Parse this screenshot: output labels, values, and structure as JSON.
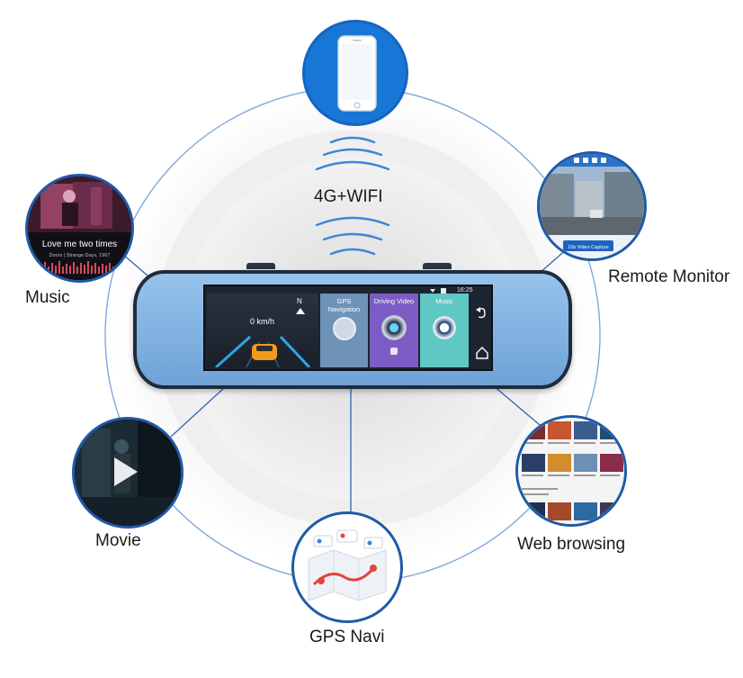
{
  "center_label": "4G+WIFI",
  "nodes": {
    "music": {
      "label": "Music",
      "song_title": "Love me two times",
      "song_sub": "Doors | Strange Days, 1967"
    },
    "remote_monitor": {
      "label": "Remote Monitor",
      "capture_label": "10s Video Capture"
    },
    "movie": {
      "label": "Movie"
    },
    "web_browsing": {
      "label": "Web browsing"
    },
    "gps_navi": {
      "label": "GPS Navi"
    }
  },
  "screen": {
    "clock": "16:25",
    "speed": "0 km/h",
    "compass": "N",
    "tiles": [
      {
        "label": "GPS Navigation",
        "color": "#6f92b7"
      },
      {
        "label": "Driving Video",
        "color": "#7b5cc4"
      },
      {
        "label": "Music",
        "color": "#5fc8c4"
      }
    ]
  },
  "colors": {
    "ring": "#1f5aa8",
    "accent": "#1976d2"
  }
}
